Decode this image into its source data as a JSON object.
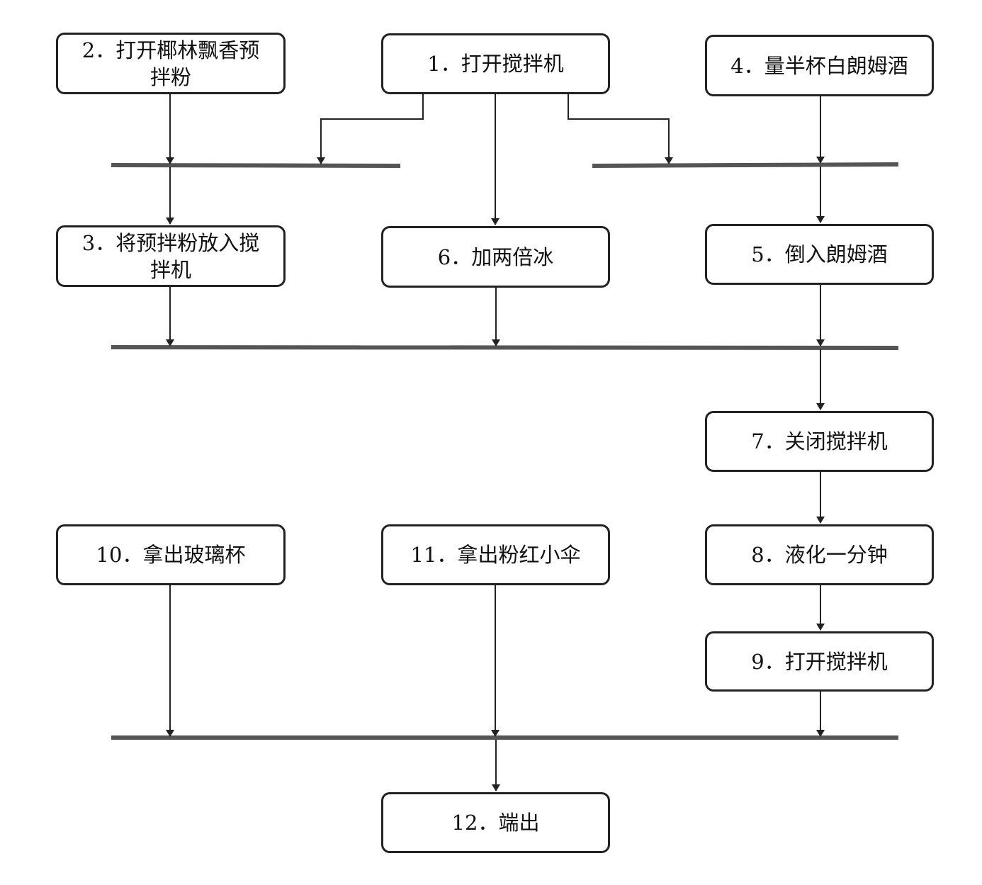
{
  "diagram": {
    "steps": {
      "s1": "1．打开搅拌机",
      "s2": "2．打开椰林飘香预拌粉",
      "s3": "3．将预拌粉放入搅拌机",
      "s4": "4．量半杯白朗姆酒",
      "s5": "5．倒入朗姆酒",
      "s6": "6．加两倍冰",
      "s7": "7．关闭搅拌机",
      "s8": "8．液化一分钟",
      "s9": "9．打开搅拌机",
      "s10": "10．拿出玻璃杯",
      "s11": "11．拿出粉红小伞",
      "s12": "12．端出"
    },
    "colors": {
      "line": "#222222",
      "bar": "#555555",
      "box_border": "#222222",
      "background": "#ffffff"
    }
  }
}
